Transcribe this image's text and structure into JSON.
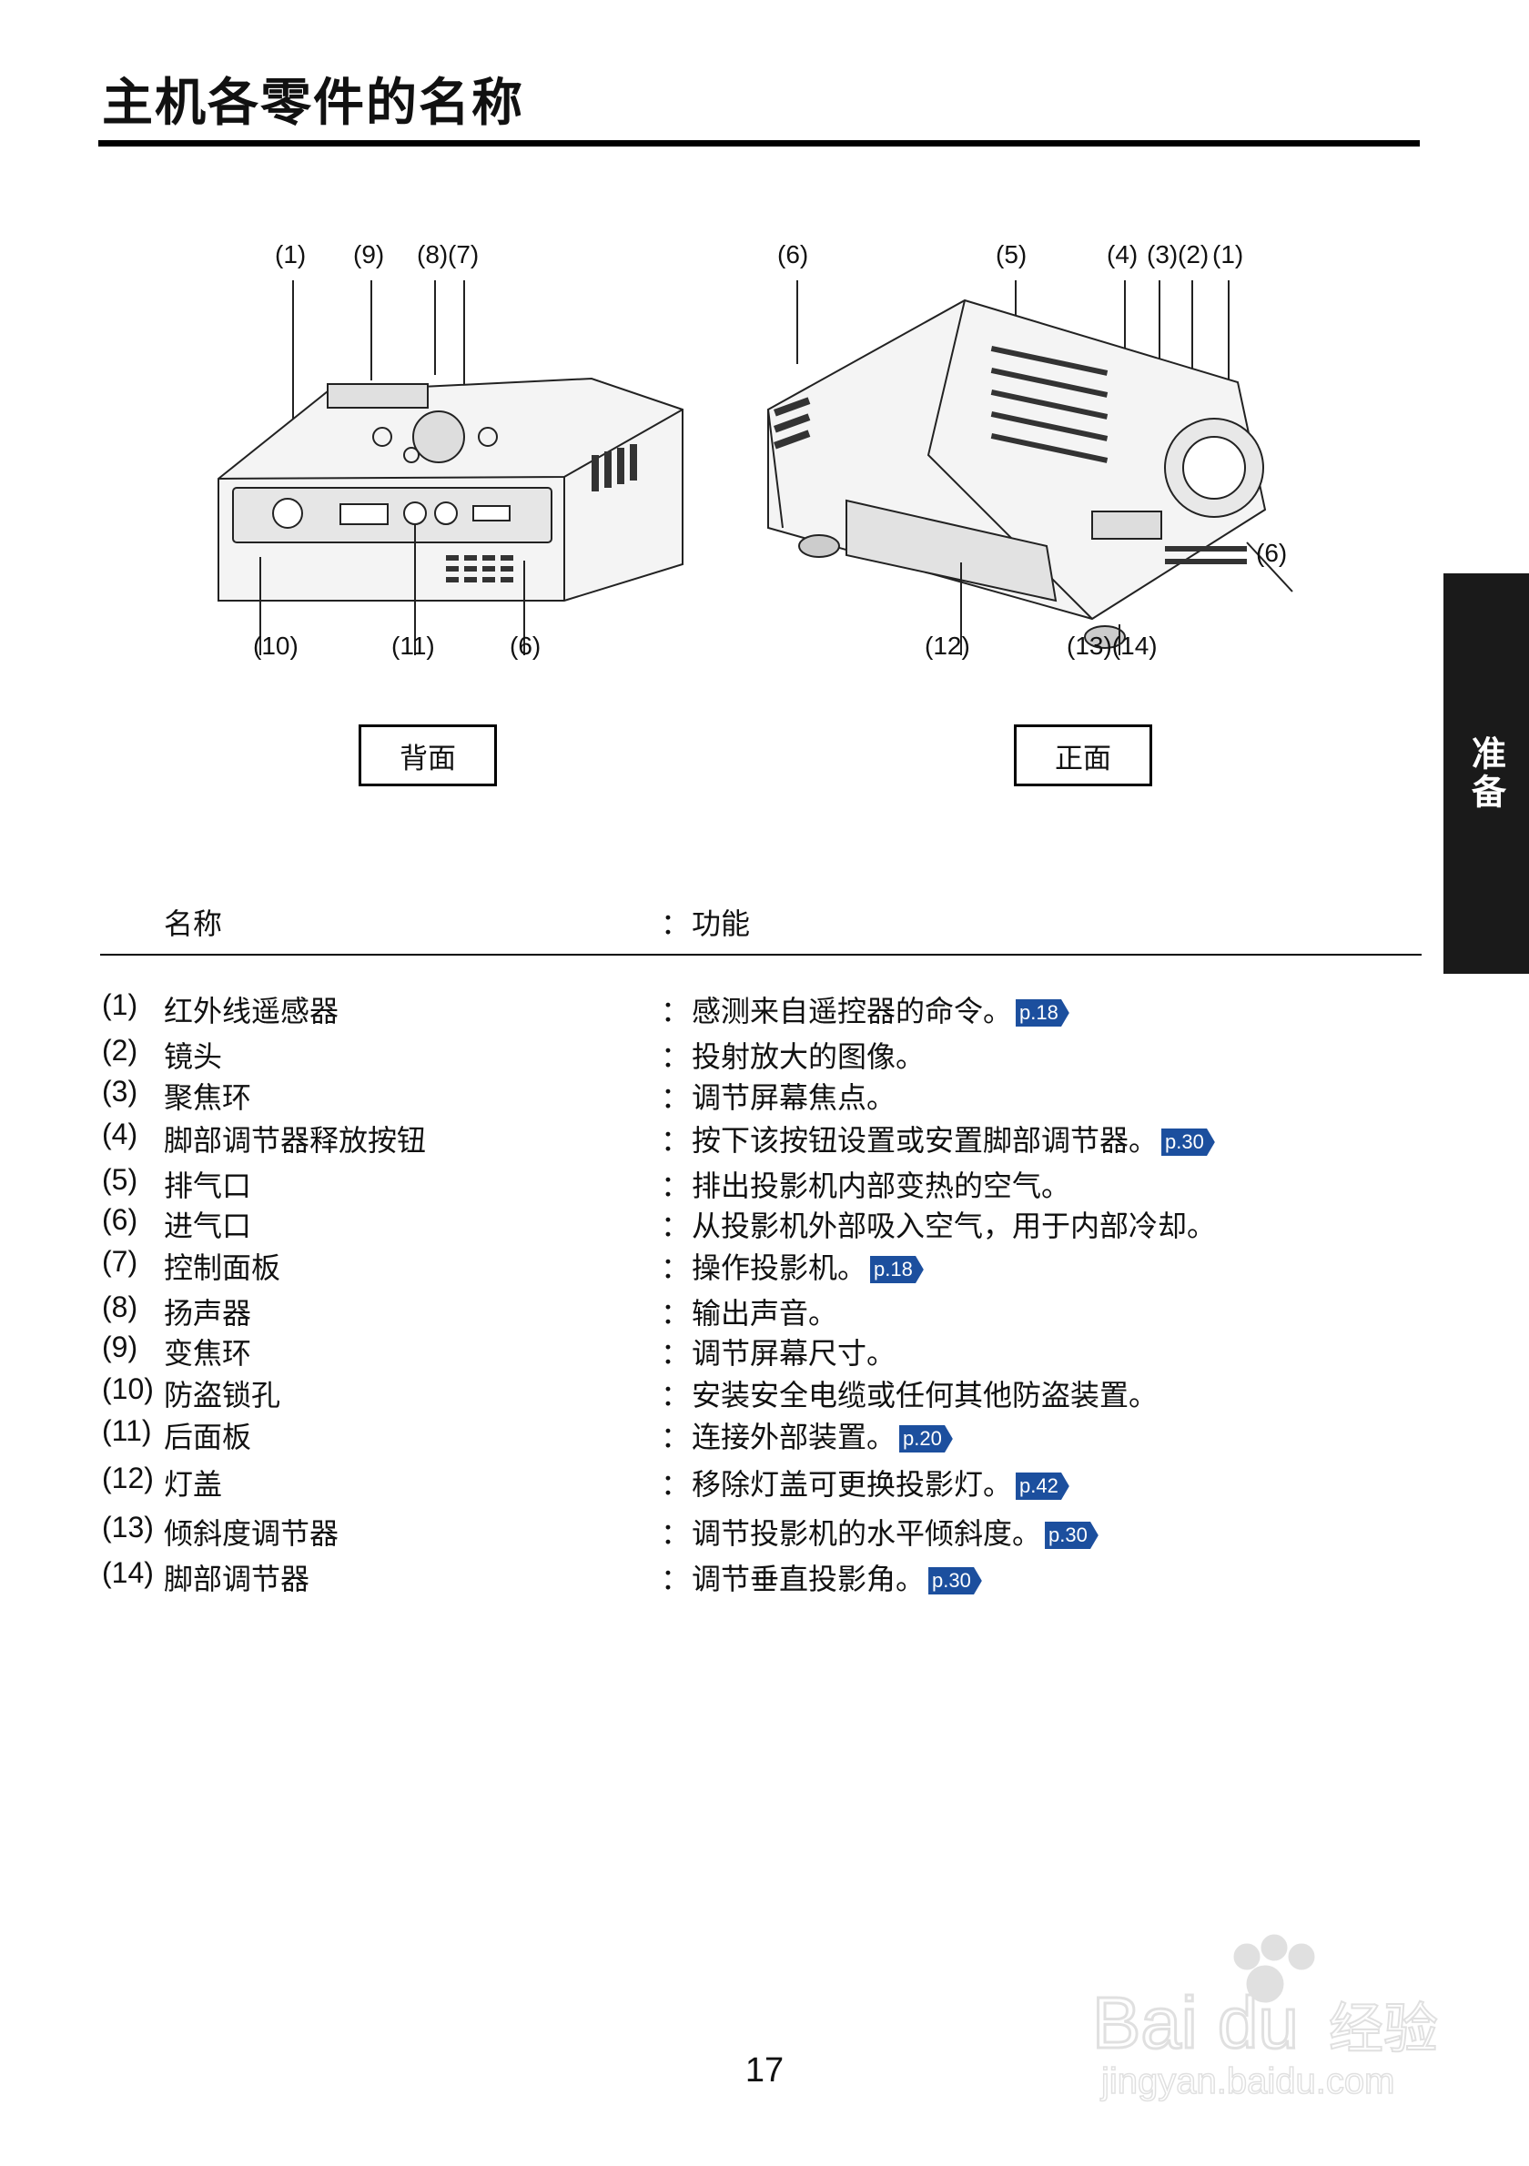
{
  "page": {
    "title": "主机各零件的名称",
    "side_tab": "准备",
    "page_number": "17"
  },
  "figure_rear": {
    "caption": "背面",
    "top_labels": [
      "(1)",
      "(9)",
      "(8)",
      "(7)"
    ],
    "bottom_labels": [
      "(10)",
      "(11)",
      "(6)"
    ]
  },
  "figure_front": {
    "caption": "正面",
    "top_labels": [
      "(6)",
      "(5)",
      "(4)",
      "(3)",
      "(2)",
      "(1)"
    ],
    "side_label": "(6)",
    "bottom_labels": [
      "(12)",
      "(13)(14)"
    ]
  },
  "table": {
    "head_name": "名称",
    "head_colon": "：",
    "head_func": "功能",
    "rows": [
      {
        "num": "(1)",
        "name": "红外线遥感器",
        "func": "感测来自遥控器的命令。",
        "ref": "p.18"
      },
      {
        "num": "(2)",
        "name": "镜头",
        "func": "投射放大的图像。",
        "ref": ""
      },
      {
        "num": "(3)",
        "name": "聚焦环",
        "func": "调节屏幕焦点。",
        "ref": ""
      },
      {
        "num": "(4)",
        "name": "脚部调节器释放按钮",
        "func": "按下该按钮设置或安置脚部调节器。",
        "ref": "p.30"
      },
      {
        "num": "(5)",
        "name": "排气口",
        "func": "排出投影机内部变热的空气。",
        "ref": ""
      },
      {
        "num": "(6)",
        "name": "进气口",
        "func": "从投影机外部吸入空气，用于内部冷却。",
        "ref": ""
      },
      {
        "num": "(7)",
        "name": "控制面板",
        "func": "操作投影机。",
        "ref": "p.18"
      },
      {
        "num": "(8)",
        "name": "扬声器",
        "func": "输出声音。",
        "ref": ""
      },
      {
        "num": "(9)",
        "name": "变焦环",
        "func": "调节屏幕尺寸。",
        "ref": ""
      },
      {
        "num": "(10)",
        "name": "防盗锁孔",
        "func": "安装安全电缆或任何其他防盗装置。",
        "ref": ""
      },
      {
        "num": "(11)",
        "name": "后面板",
        "func": "连接外部装置。",
        "ref": "p.20"
      },
      {
        "num": "(12)",
        "name": "灯盖",
        "func": "移除灯盖可更换投影灯。",
        "ref": "p.42"
      },
      {
        "num": "(13)",
        "name": "倾斜度调节器",
        "func": "调节投影机的水平倾斜度。",
        "ref": "p.30"
      },
      {
        "num": "(14)",
        "name": "脚部调节器",
        "func": "调节垂直投影角。",
        "ref": "p.30"
      }
    ]
  },
  "watermark": {
    "brand": "Bai du 经验",
    "url": "jingyan.baidu.com"
  }
}
